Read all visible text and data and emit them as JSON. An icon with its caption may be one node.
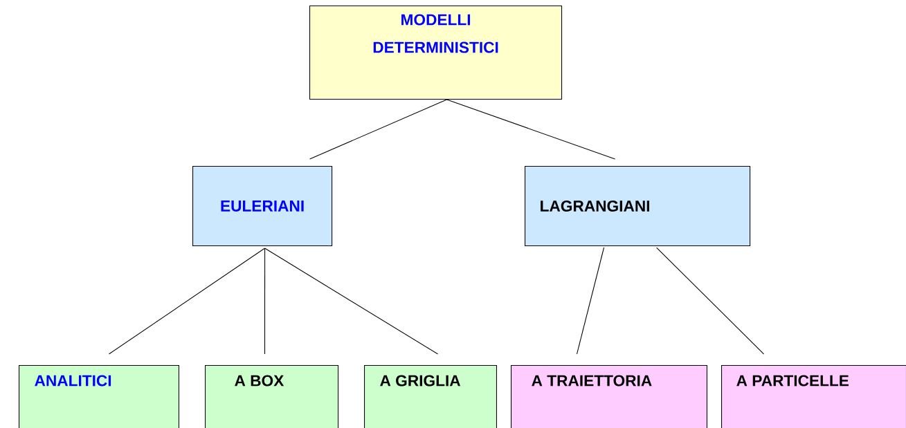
{
  "diagram": {
    "nodes": [
      {
        "text": [
          "MODELLI DETERMINISTICI"
        ]
      },
      {
        "text": [
          "EULERIANI"
        ]
      },
      {
        "text": [
          "LAGRANGIANI"
        ]
      },
      {
        "text": [
          "ANALITICI"
        ]
      },
      {
        "text": [
          "A BOX"
        ]
      },
      {
        "text": [
          "A GRIGLIA"
        ]
      },
      {
        "text": [
          "A TRAIETTORIA"
        ]
      },
      {
        "text": [
          "A PARTICELLE"
        ]
      }
    ],
    "edges": [
      {
        "from": 0,
        "to": 1,
        "arrow": "none"
      },
      {
        "from": 0,
        "to": 2,
        "arrow": "none"
      },
      {
        "from": 1,
        "to": 3,
        "arrow": "none"
      },
      {
        "from": 1,
        "to": 4,
        "arrow": "none"
      },
      {
        "from": 1,
        "to": 5,
        "arrow": "none"
      },
      {
        "from": 2,
        "to": 6,
        "arrow": "none"
      },
      {
        "from": 2,
        "to": 7,
        "arrow": "none"
      }
    ]
  }
}
